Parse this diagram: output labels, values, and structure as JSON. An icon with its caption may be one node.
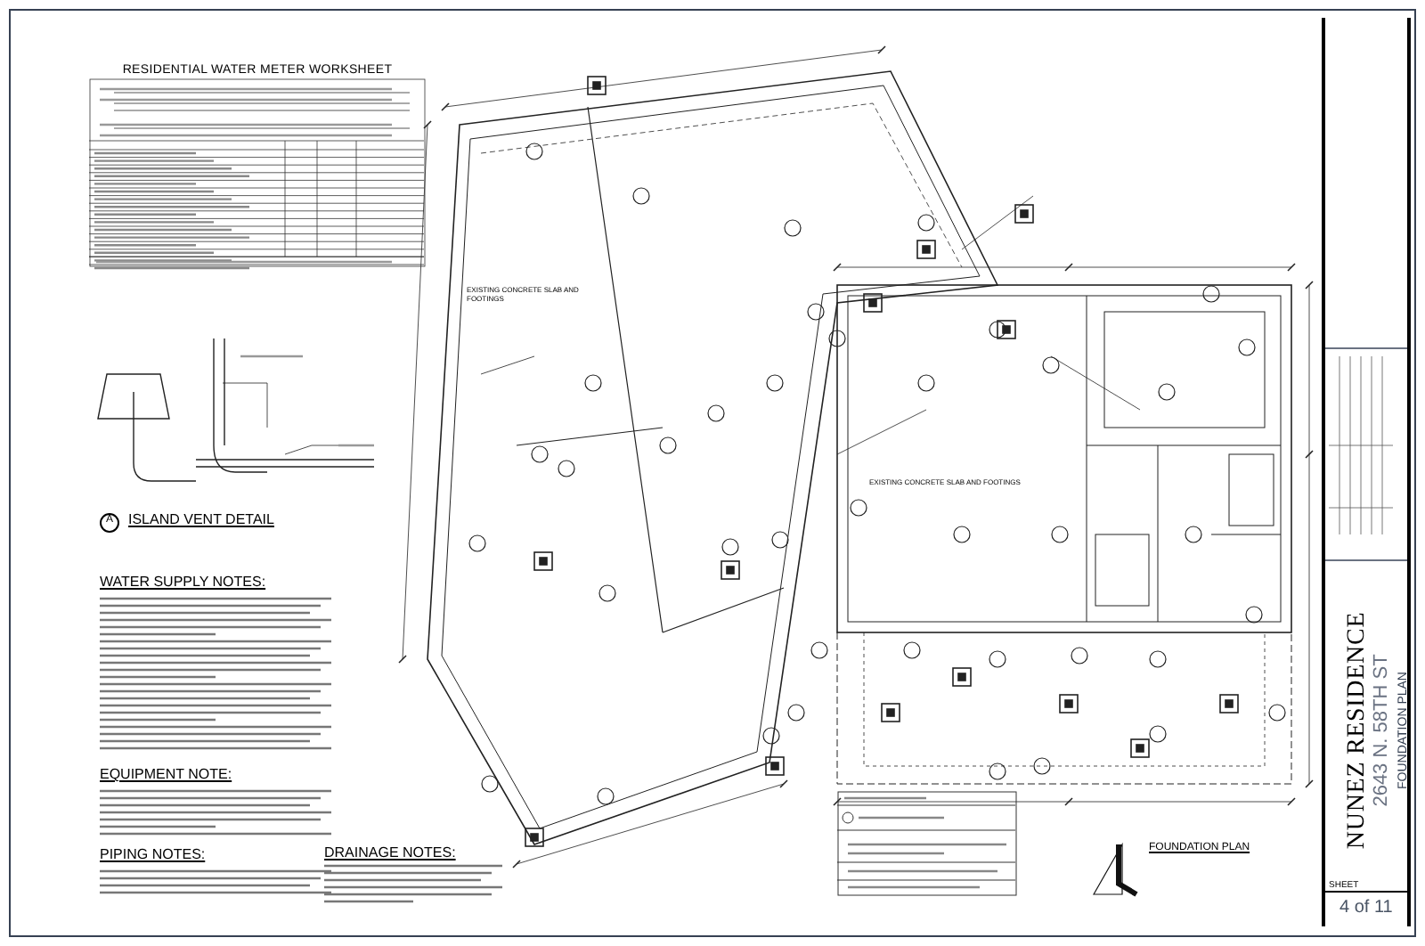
{
  "diagram": {
    "title": "NUNEZ RESIDENCE",
    "labels": [
      "RESIDENTIAL WATER METER WORKSHEET",
      "A",
      "ISLAND VENT DETAIL",
      "WATER SUPPLY NOTES:",
      "EQUIPMENT NOTE:",
      "PIPING NOTES:",
      "DRAINAGE NOTES:",
      "EXISTING CONCRETE SLAB AND FOOTINGS",
      "EXISTING CONCRETE SLAB AND FOOTINGS",
      "FOUNDATION PLAN",
      "2643 N. 58TH ST",
      "FOUNDATION PLAN",
      "SHEET",
      "4 of 11"
    ]
  }
}
